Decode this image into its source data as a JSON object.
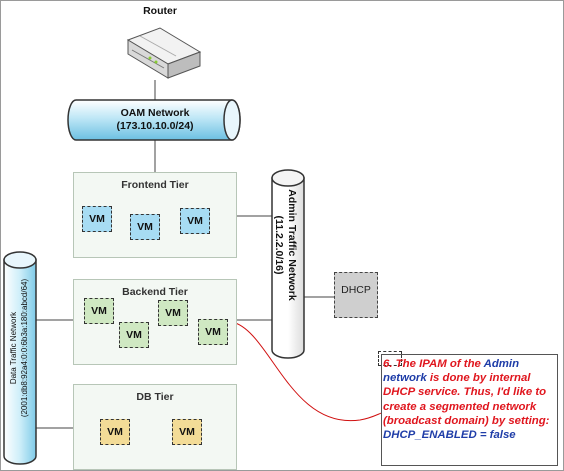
{
  "router": {
    "label": "Router"
  },
  "oam_network": {
    "name": "OAM Network",
    "subnet": "(173.10.10.0/24)"
  },
  "admin_network": {
    "name": "Admin Traffic Network",
    "subnet": "(11.2.2.0/16)"
  },
  "data_network": {
    "name": "Data Traffic Network",
    "subnet": "(2001:db8:92a4:0:0:6b3a:180:abcd/64)"
  },
  "tiers": {
    "frontend": {
      "title": "Frontend Tier",
      "vms": [
        "VM",
        "VM",
        "VM"
      ]
    },
    "backend": {
      "title": "Backend Tier",
      "vms": [
        "VM",
        "VM",
        "VM",
        "VM"
      ]
    },
    "db": {
      "title": "DB Tier",
      "vms": [
        "VM",
        "VM"
      ]
    }
  },
  "dhcp": {
    "label": "DHCP"
  },
  "note": {
    "number": "6.",
    "text_1": " The IPAM of the ",
    "admin": "Admin",
    "network": "network",
    "text_2": " is done by internal DHCP service. Thus, I'd like to create a segmented network (broadcast domain) by setting:",
    "setting_key": "DHCP_ENABLED",
    "setting_value": " = false"
  },
  "colors": {
    "frontend_vm": "#a7dcf3",
    "backend_vm": "#cfe8c2",
    "db_vm": "#f3dc97",
    "tier_bg": "#f3f8f3",
    "network_pipe": "#9fd8ef",
    "dhcp_bg": "#cfcfcf",
    "note_red": "#e0161e",
    "note_blue": "#1f3da8",
    "callout_line": "#d01010"
  }
}
